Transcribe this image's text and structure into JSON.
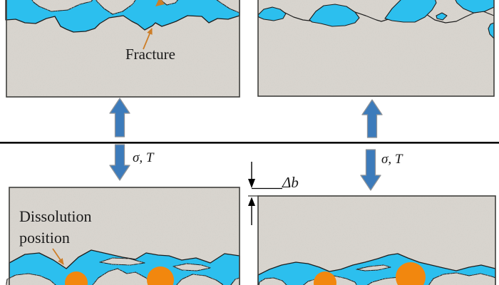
{
  "colors": {
    "fracture_fluid": "#2cbfee",
    "rock_base": "#d8d4ce",
    "rock_speckle": "#a5a29a",
    "outline": "#1e1e1e",
    "block_border": "#3f3f3c",
    "stress_arrow": "#3c7bbb",
    "stress_arrow_border": "#8e9399",
    "pointer_arrow": "#cd7e28",
    "dissolution_fill": "#f2870e",
    "divider": "#000000"
  },
  "top_section": {
    "left_panel": {
      "fracture_label": "Fracture"
    },
    "right_panel": {}
  },
  "bottom_section": {
    "left_panel": {
      "stress_label": "σ, T",
      "dissolution_line1": "Dissolution",
      "dissolution_line2": "position"
    },
    "right_panel": {
      "stress_label": "σ, T"
    },
    "aperture_change_label": "Δb"
  }
}
